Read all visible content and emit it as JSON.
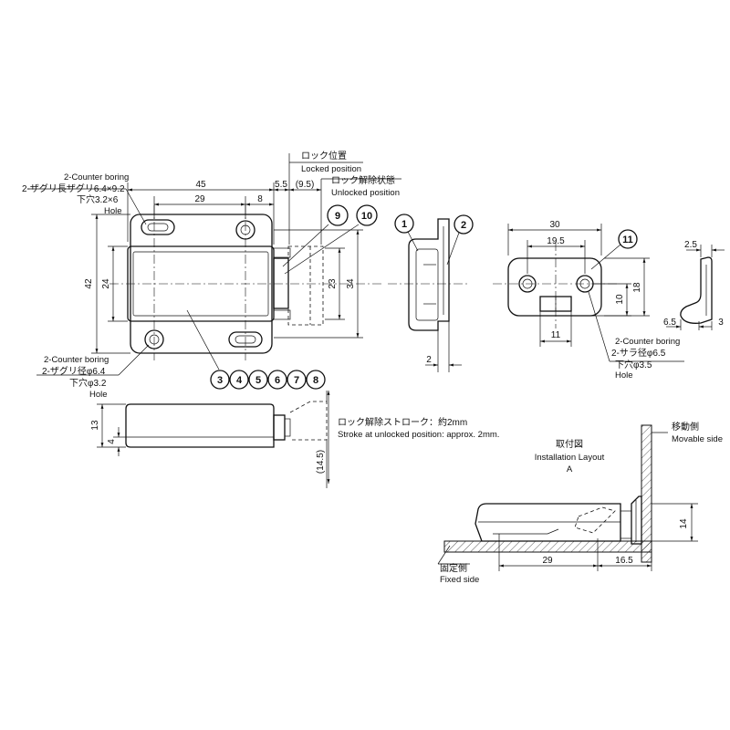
{
  "callouts": {
    "counter_boring_slot": {
      "en": "2-Counter boring",
      "jp_slot": "2-ザグリ長ザグリ6.4×9.2",
      "jp_hole": "下穴3.2×6",
      "en_hole": "Hole"
    },
    "counter_boring_round": {
      "en": "2-Counter boring",
      "jp_counter": "2-ザグリ径φ6.4",
      "jp_hole": "下穴φ3.2",
      "en_hole": "Hole"
    },
    "counter_sink": {
      "en": "2-Counter boring",
      "jp_counter": "2-サラ径φ6.5",
      "jp_hole": "下穴φ3.5",
      "en_hole": "Hole"
    },
    "locked": {
      "jp": "ロック位置",
      "en": "Locked position"
    },
    "unlocked": {
      "jp": "ロック解除状態",
      "en": "Unlocked position"
    },
    "stroke": {
      "jp": "ロック解除ストローク：約2mm",
      "en": "Stroke at unlocked position: approx. 2mm."
    },
    "installation": {
      "jp": "取付図",
      "en": "Installation Layout",
      "view": "A"
    },
    "movable": {
      "jp": "移動側",
      "en": "Movable side"
    },
    "fixed": {
      "jp": "固定側",
      "en": "Fixed side"
    }
  },
  "dimensions": {
    "d45": "45",
    "d29": "29",
    "d8": "8",
    "d5_5": "5.5",
    "d9_5": "(9.5)",
    "d42": "42",
    "d24": "24",
    "d23": "23",
    "d34": "34",
    "d13": "13",
    "d4": "4",
    "d14_5": "(14.5)",
    "d2": "2",
    "d30": "30",
    "d19_5": "19.5",
    "d18": "18",
    "d10": "10",
    "d11": "11",
    "d2_5": "2.5",
    "d6_5": "6.5",
    "d3": "3",
    "d14": "14",
    "d29b": "29",
    "d16_5": "16.5"
  },
  "bubbles": [
    "1",
    "2",
    "3",
    "4",
    "5",
    "6",
    "7",
    "8",
    "9",
    "10",
    "11"
  ]
}
